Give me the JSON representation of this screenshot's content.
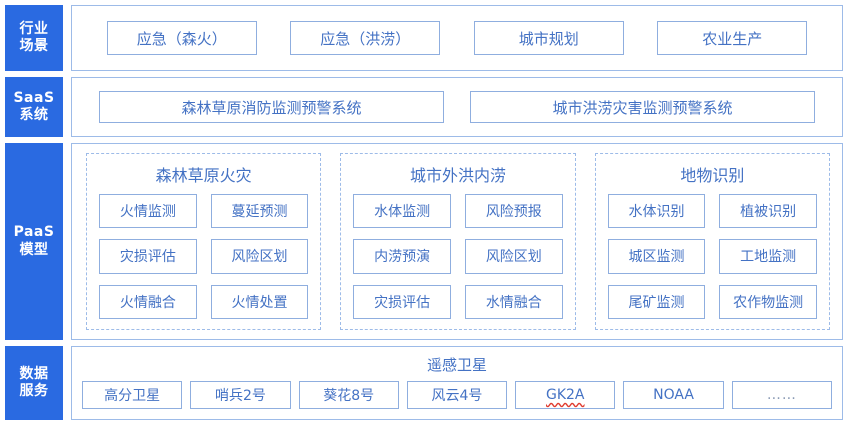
{
  "theme": {
    "sidebar_blue": "#2a6ae1",
    "box_border": "#8faedf",
    "panel_border": "#9dbbe8",
    "text_blue": "#4472c4",
    "spellcheck_red": "#e03b2f"
  },
  "layers": {
    "scene": {
      "label_line1": "行业",
      "label_line2": "场景",
      "items": [
        {
          "label": "应急（森火）"
        },
        {
          "label": "应急（洪涝）"
        },
        {
          "label": "城市规划"
        },
        {
          "label": "农业生产"
        }
      ]
    },
    "saas": {
      "label_line1": "SaaS",
      "label_line2": "系统",
      "items": [
        {
          "label": "森林草原消防监测预警系统"
        },
        {
          "label": "城市洪涝灾害监测预警系统"
        }
      ]
    },
    "paas": {
      "label_line1": "PaaS",
      "label_line2": "模型",
      "groups": [
        {
          "title": "森林草原火灾",
          "models": [
            {
              "label": "火情监测"
            },
            {
              "label": "蔓延预测"
            },
            {
              "label": "灾损评估"
            },
            {
              "label": "风险区划"
            },
            {
              "label": "火情融合"
            },
            {
              "label": "火情处置"
            }
          ]
        },
        {
          "title": "城市外洪内涝",
          "models": [
            {
              "label": "水体监测"
            },
            {
              "label": "风险预报"
            },
            {
              "label": "内涝预演"
            },
            {
              "label": "风险区划"
            },
            {
              "label": "灾损评估"
            },
            {
              "label": "水情融合"
            }
          ]
        },
        {
          "title": "地物识别",
          "models": [
            {
              "label": "水体识别"
            },
            {
              "label": "植被识别"
            },
            {
              "label": "城区监测"
            },
            {
              "label": "工地监测"
            },
            {
              "label": "尾矿监测"
            },
            {
              "label": "农作物监测"
            }
          ]
        }
      ]
    },
    "data": {
      "label_line1": "数据",
      "label_line2": "服务",
      "title": "遥感卫星",
      "satellites": [
        {
          "label": "高分卫星",
          "misspelled": false
        },
        {
          "label": "哨兵2号",
          "misspelled": false
        },
        {
          "label": "葵花8号",
          "misspelled": false
        },
        {
          "label": "风云4号",
          "misspelled": false
        },
        {
          "label": "GK2A",
          "misspelled": true
        },
        {
          "label": "NOAA",
          "misspelled": false
        },
        {
          "label": "……",
          "misspelled": false,
          "ellipsis": true
        }
      ]
    }
  }
}
